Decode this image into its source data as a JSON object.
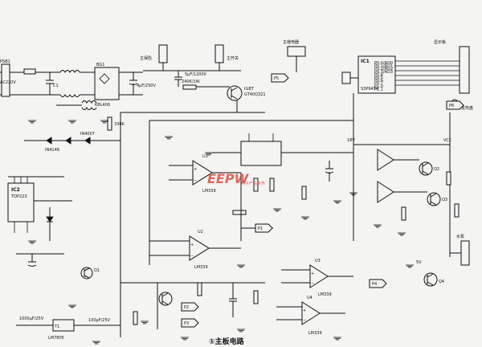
{
  "title": "①主板电路",
  "watermark": {
    "brand": "EEPW",
    "sub": "电子产品世界"
  },
  "connectors": {
    "left_top": "PSB1",
    "ac_in": "AC220V",
    "mid_top_left": "主保险",
    "mid_top_right": "主开关",
    "relay_top": "主继电器",
    "right_top": "显示板",
    "right_side": "发热盘",
    "pump": "水泵"
  },
  "components": {
    "bridge": "BG1",
    "bridge_part": "KBL406",
    "mosfet": "IGBT",
    "mosfet_part": "GT40Q321",
    "mcu": "IC1",
    "mcu_part": "S3P9454",
    "ic_left": "IC2",
    "ic_left_part": "TOP223",
    "u1": "U1",
    "u1_part": "LM339",
    "u2": "U2",
    "u2_part": "LM339",
    "u3": "U3",
    "u3_part": "LM339",
    "u4": "U4",
    "u4_part": "LM339",
    "t1": "T1",
    "t1_part": "LM7805",
    "q1": "Q1",
    "q2": "Q2",
    "q3": "Q3",
    "q4": "Q4",
    "cap_big": "5μF/1200V",
    "cap_dc": "4μF/250V",
    "res_a": "240K/1W",
    "res_b": "330K",
    "cap_c": "1000μF/25V",
    "cap_d": "100μF/25V",
    "diode_a": "IN4007",
    "diode_b": "IN4148"
  },
  "ports": {
    "p1": "P1",
    "p2": "P2",
    "p3": "P3",
    "p4": "P4",
    "p5": "P5",
    "p6": "P6",
    "vcc": "VCC",
    "v18": "18V",
    "v5": "5V"
  },
  "mcu_pins": [
    "P0.0/AD0",
    "P0.1/AD1",
    "P0.2/AD2",
    "P0.3/AD3",
    "P0.4",
    "P0.5",
    "P0.6",
    "P0.7",
    "P1.0",
    "P1.1"
  ]
}
